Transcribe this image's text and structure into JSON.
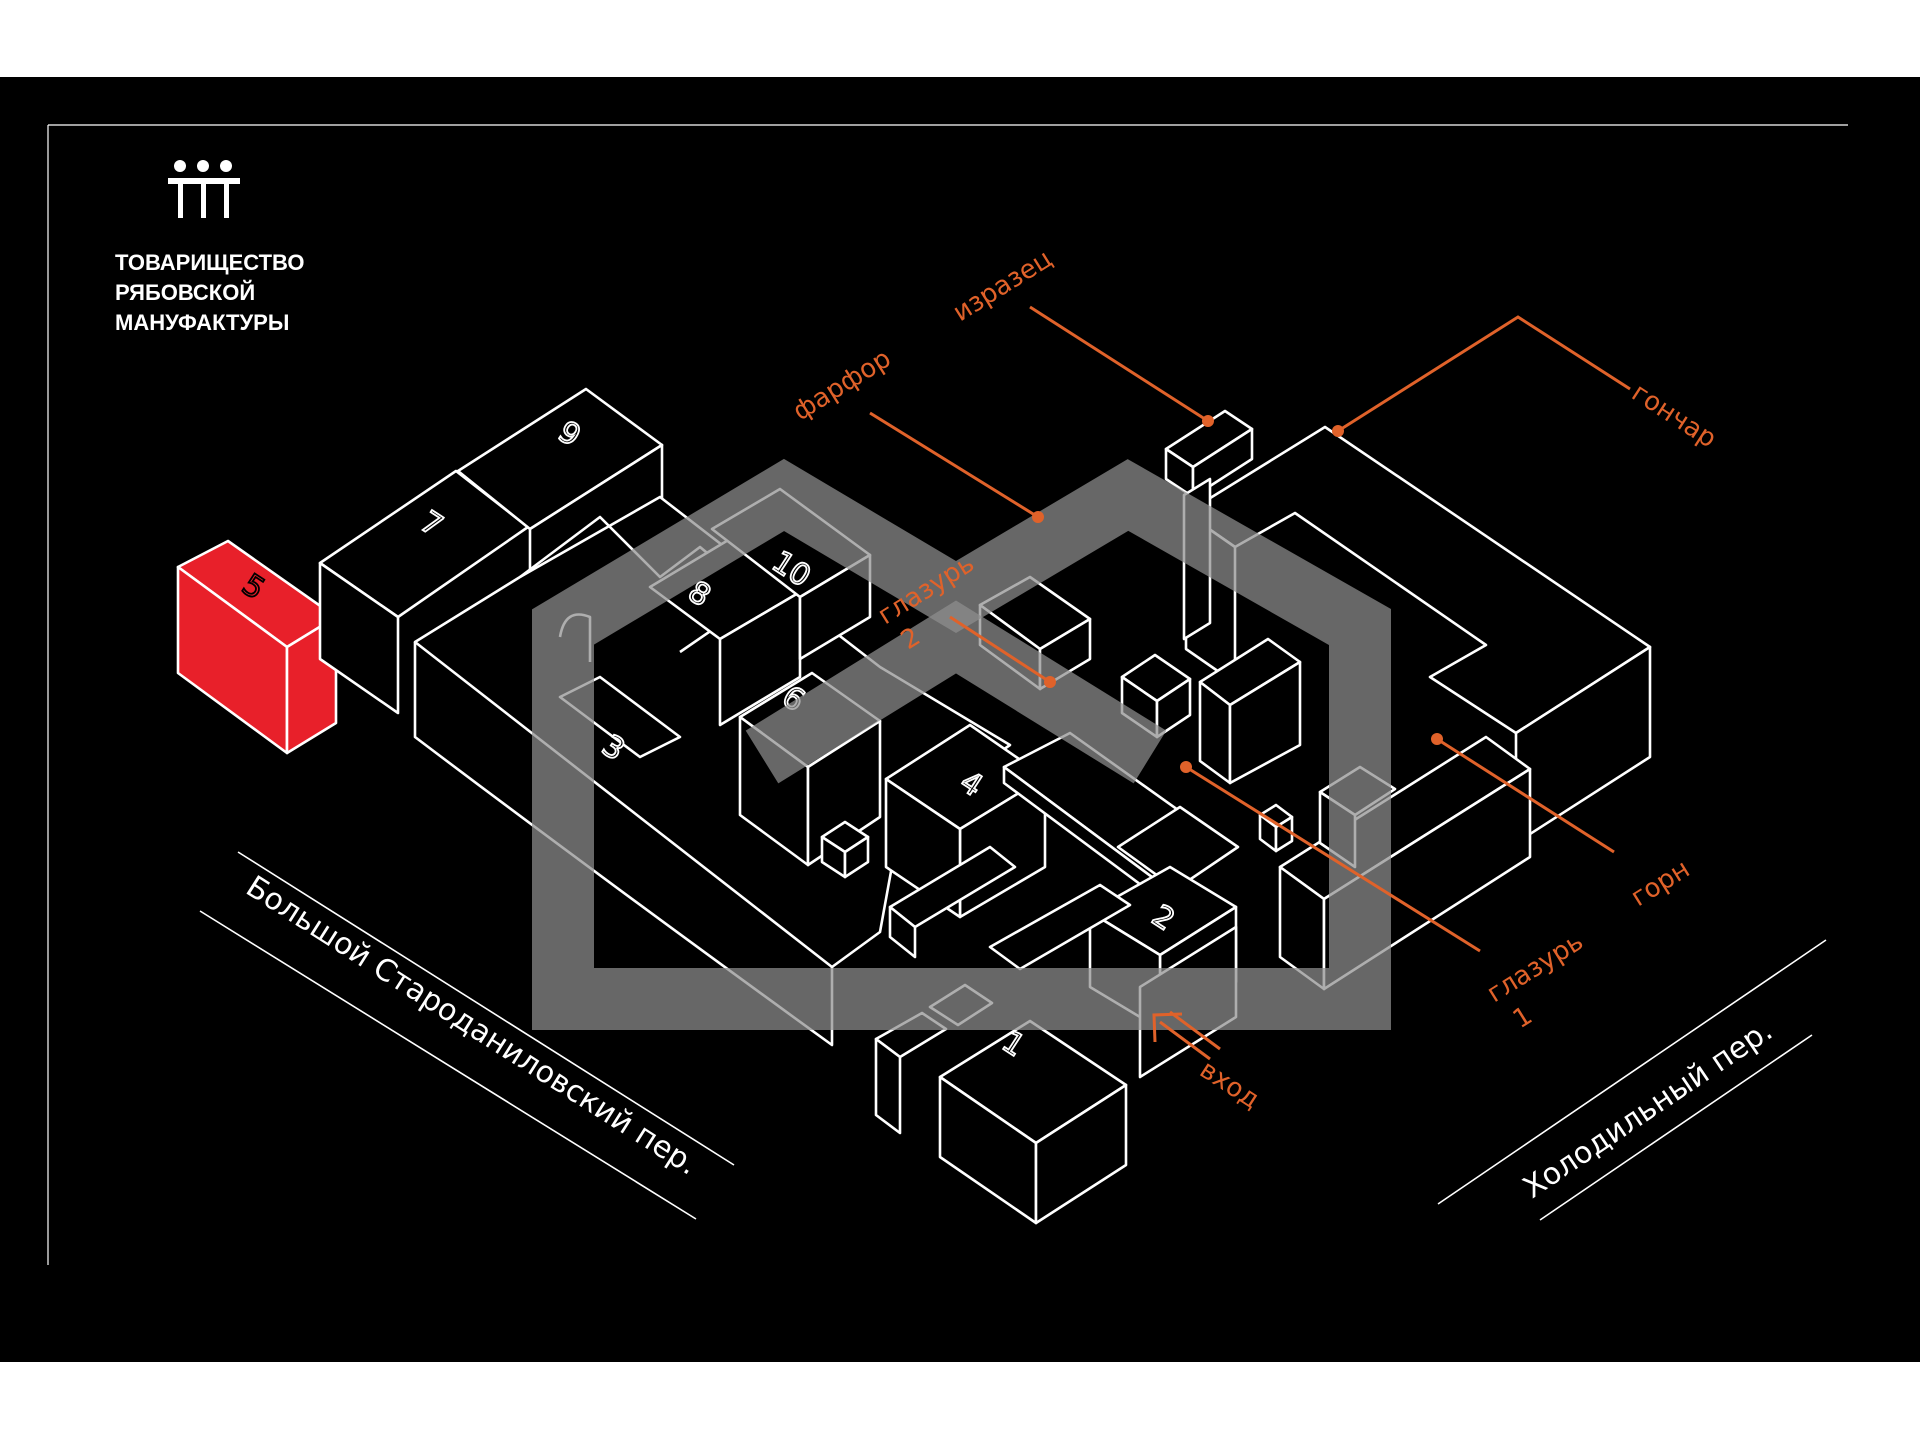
{
  "brand": {
    "name_lines": [
      "ТОВАРИЩЕСТВО",
      "РЯБОВСКОЙ",
      "МАНУФАКТУРЫ"
    ],
    "logo_icon": "three-figures-logo-icon"
  },
  "buildings": {
    "b1": "1",
    "b2": "2",
    "b3": "3",
    "b4": "4",
    "b5": "5",
    "b6": "6",
    "b7": "7",
    "b8": "8",
    "b9": "9",
    "b10": "10"
  },
  "highlighted_building": "5",
  "labels": {
    "izrazets": "изразец",
    "farfor": "фарфор",
    "gonchar": "гончар",
    "glazur2_line1": "глазурь",
    "glazur2_line2": "2",
    "gorn": "горн",
    "glazur1_line1": "глазурь",
    "glazur1_line2": "1",
    "vhod": "вход"
  },
  "streets": {
    "left": "Большой Староданиловский пер.",
    "right": "Холодильный пер."
  },
  "colors": {
    "background": "#000000",
    "highlight": "#e8202a",
    "accent": "#e0622a",
    "watermark": "#8f8f8f"
  }
}
